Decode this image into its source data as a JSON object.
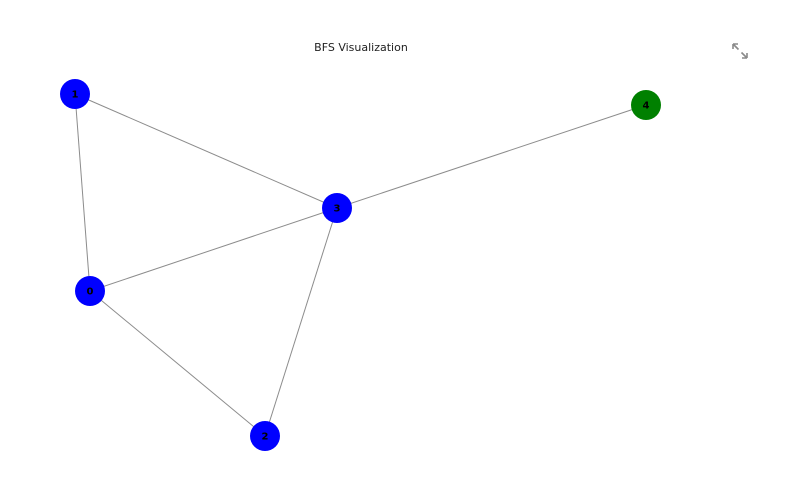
{
  "title": "BFS Visualization",
  "colors": {
    "visited": "#0000ff",
    "current": "#008000",
    "edge": "#8c8c8c"
  },
  "graph": {
    "nodes": [
      {
        "id": "0",
        "label": "0",
        "state": "visited"
      },
      {
        "id": "1",
        "label": "1",
        "state": "visited"
      },
      {
        "id": "2",
        "label": "2",
        "state": "visited"
      },
      {
        "id": "3",
        "label": "3",
        "state": "visited"
      },
      {
        "id": "4",
        "label": "4",
        "state": "current"
      }
    ],
    "edges": [
      [
        "1",
        "3"
      ],
      [
        "1",
        "0"
      ],
      [
        "0",
        "3"
      ],
      [
        "0",
        "2"
      ],
      [
        "3",
        "2"
      ],
      [
        "3",
        "4"
      ]
    ]
  },
  "toolbar": {
    "expand_icon": "expand-icon"
  }
}
